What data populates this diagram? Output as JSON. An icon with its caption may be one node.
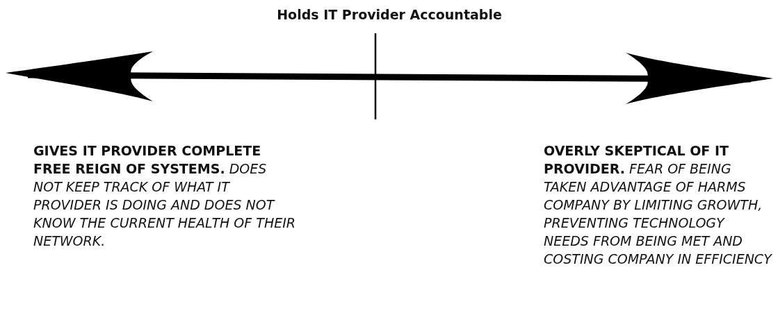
{
  "diagram": {
    "labels": [
      "Holds IT Provider Accountable",
      "**GIVES IT PROVIDER COMPLETE FREE REIGN OF SYSTEMS.** *DOES NOT KEEP TRACK OF WHAT IT PROVIDER IS DOING AND DOES NOT KNOW THE CURRENT HEALTH OF THEIR NETWORK.*",
      "**OVERLY SKEPTICAL OF IT PROVIDER.** *FEAR OF BEING TAKEN ADVANTAGE OF HARMS COMPANY BY LIMITING GROWTH, PREVENTING TECHNOLOGY NEEDS FROM BEING MET AND COSTING COMPANY IN EFFICIENCY*"
    ]
  }
}
